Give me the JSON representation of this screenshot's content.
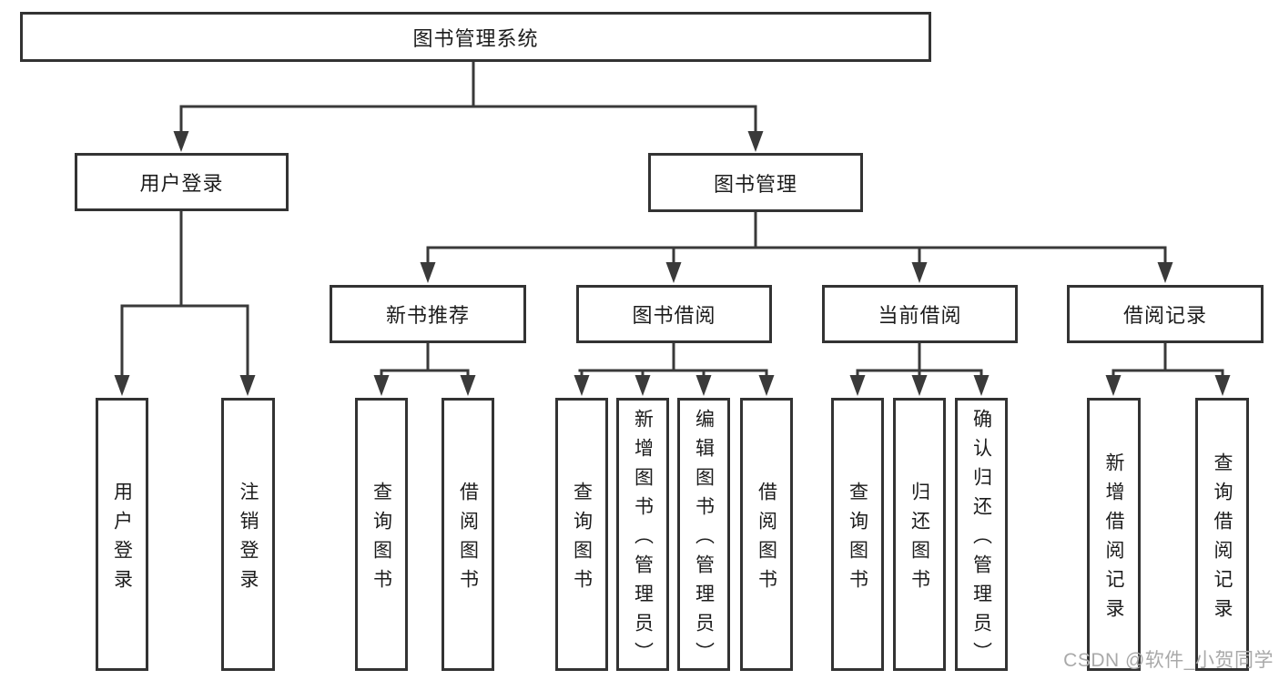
{
  "diagram": {
    "root": "图书管理系统",
    "user_login": {
      "label": "用户登录",
      "children": [
        "用户登录",
        "注销登录"
      ]
    },
    "book_mgmt": {
      "label": "图书管理",
      "sections": {
        "new_book_rec": {
          "label": "新书推荐",
          "children": [
            "查询图书",
            "借阅图书"
          ]
        },
        "book_borrow": {
          "label": "图书借阅",
          "children": [
            "查询图书",
            "新增图书（管理员）",
            "编辑图书（管理员）",
            "借阅图书"
          ]
        },
        "current_borrow": {
          "label": "当前借阅",
          "children": [
            "查询图书",
            "归还图书",
            "确认归还（管理员）"
          ]
        },
        "borrow_records": {
          "label": "借阅记录",
          "children": [
            "新增借阅记录",
            "查询借阅记录"
          ]
        }
      }
    }
  },
  "watermark": "CSDN @软件_小贺同学"
}
